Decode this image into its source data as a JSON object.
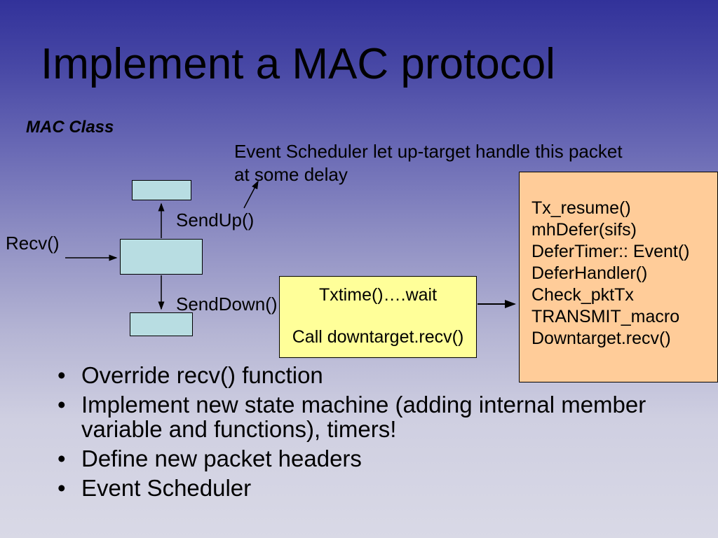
{
  "slide": {
    "title": "Implement a MAC protocol",
    "bullet_marker": "•"
  },
  "diagram": {
    "mac_class_label": "MAC Class",
    "annotation": "Event Scheduler let up-target handle this packet at some delay",
    "recv_label": "Recv()",
    "sendup_label": "SendUp()",
    "senddown_label": "SendDown()",
    "yellow_box": {
      "line1": "Txtime()….wait",
      "line2": "Call downtarget.recv()"
    },
    "orange_box": {
      "lines": [
        "Tx_resume()",
        "mhDefer(sifs)",
        "DeferTimer:: Event()",
        "DeferHandler()",
        "Check_pktTx",
        "TRANSMIT_macro",
        "Downtarget.recv()"
      ]
    },
    "colors": {
      "cyan_box": "#b8dde2",
      "yellow_box": "#ffff99",
      "orange_box": "#ffcc99"
    }
  },
  "bullets": [
    "Override recv() function",
    "Implement new state machine (adding internal member variable and functions), timers!",
    "Define new packet headers",
    "Event Scheduler"
  ]
}
